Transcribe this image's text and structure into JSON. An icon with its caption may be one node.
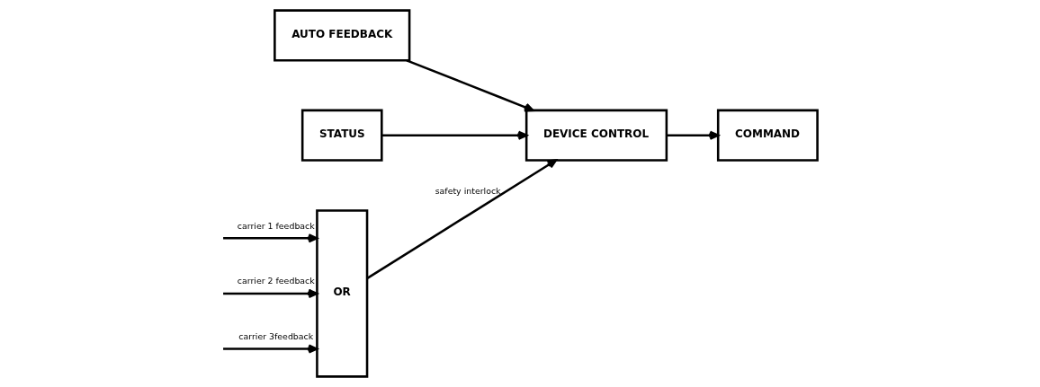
{
  "diagram": {
    "nodes": [
      {
        "text": [
          "AUTO FEEDBACK"
        ]
      },
      {
        "text": [
          "STATUS"
        ]
      },
      {
        "text": [
          "OR"
        ]
      },
      {
        "text": [
          "DEVICE CONTROL"
        ]
      },
      {
        "text": [
          "COMMAND"
        ]
      }
    ],
    "edges": [
      {
        "from": null,
        "to": 2,
        "arrow": "to",
        "label": "carrier 1 feedback"
      },
      {
        "from": null,
        "to": 2,
        "arrow": "to",
        "label": "carrier 2 feedback"
      },
      {
        "from": null,
        "to": 2,
        "arrow": "to",
        "label": "carrier 3feedback"
      },
      {
        "from": 2,
        "to": 3,
        "arrow": "to",
        "label": "safety interlock"
      },
      {
        "from": 0,
        "to": 3,
        "arrow": "to"
      },
      {
        "from": 1,
        "to": 3,
        "arrow": "to"
      },
      {
        "from": 3,
        "to": 4,
        "arrow": "to"
      }
    ]
  }
}
